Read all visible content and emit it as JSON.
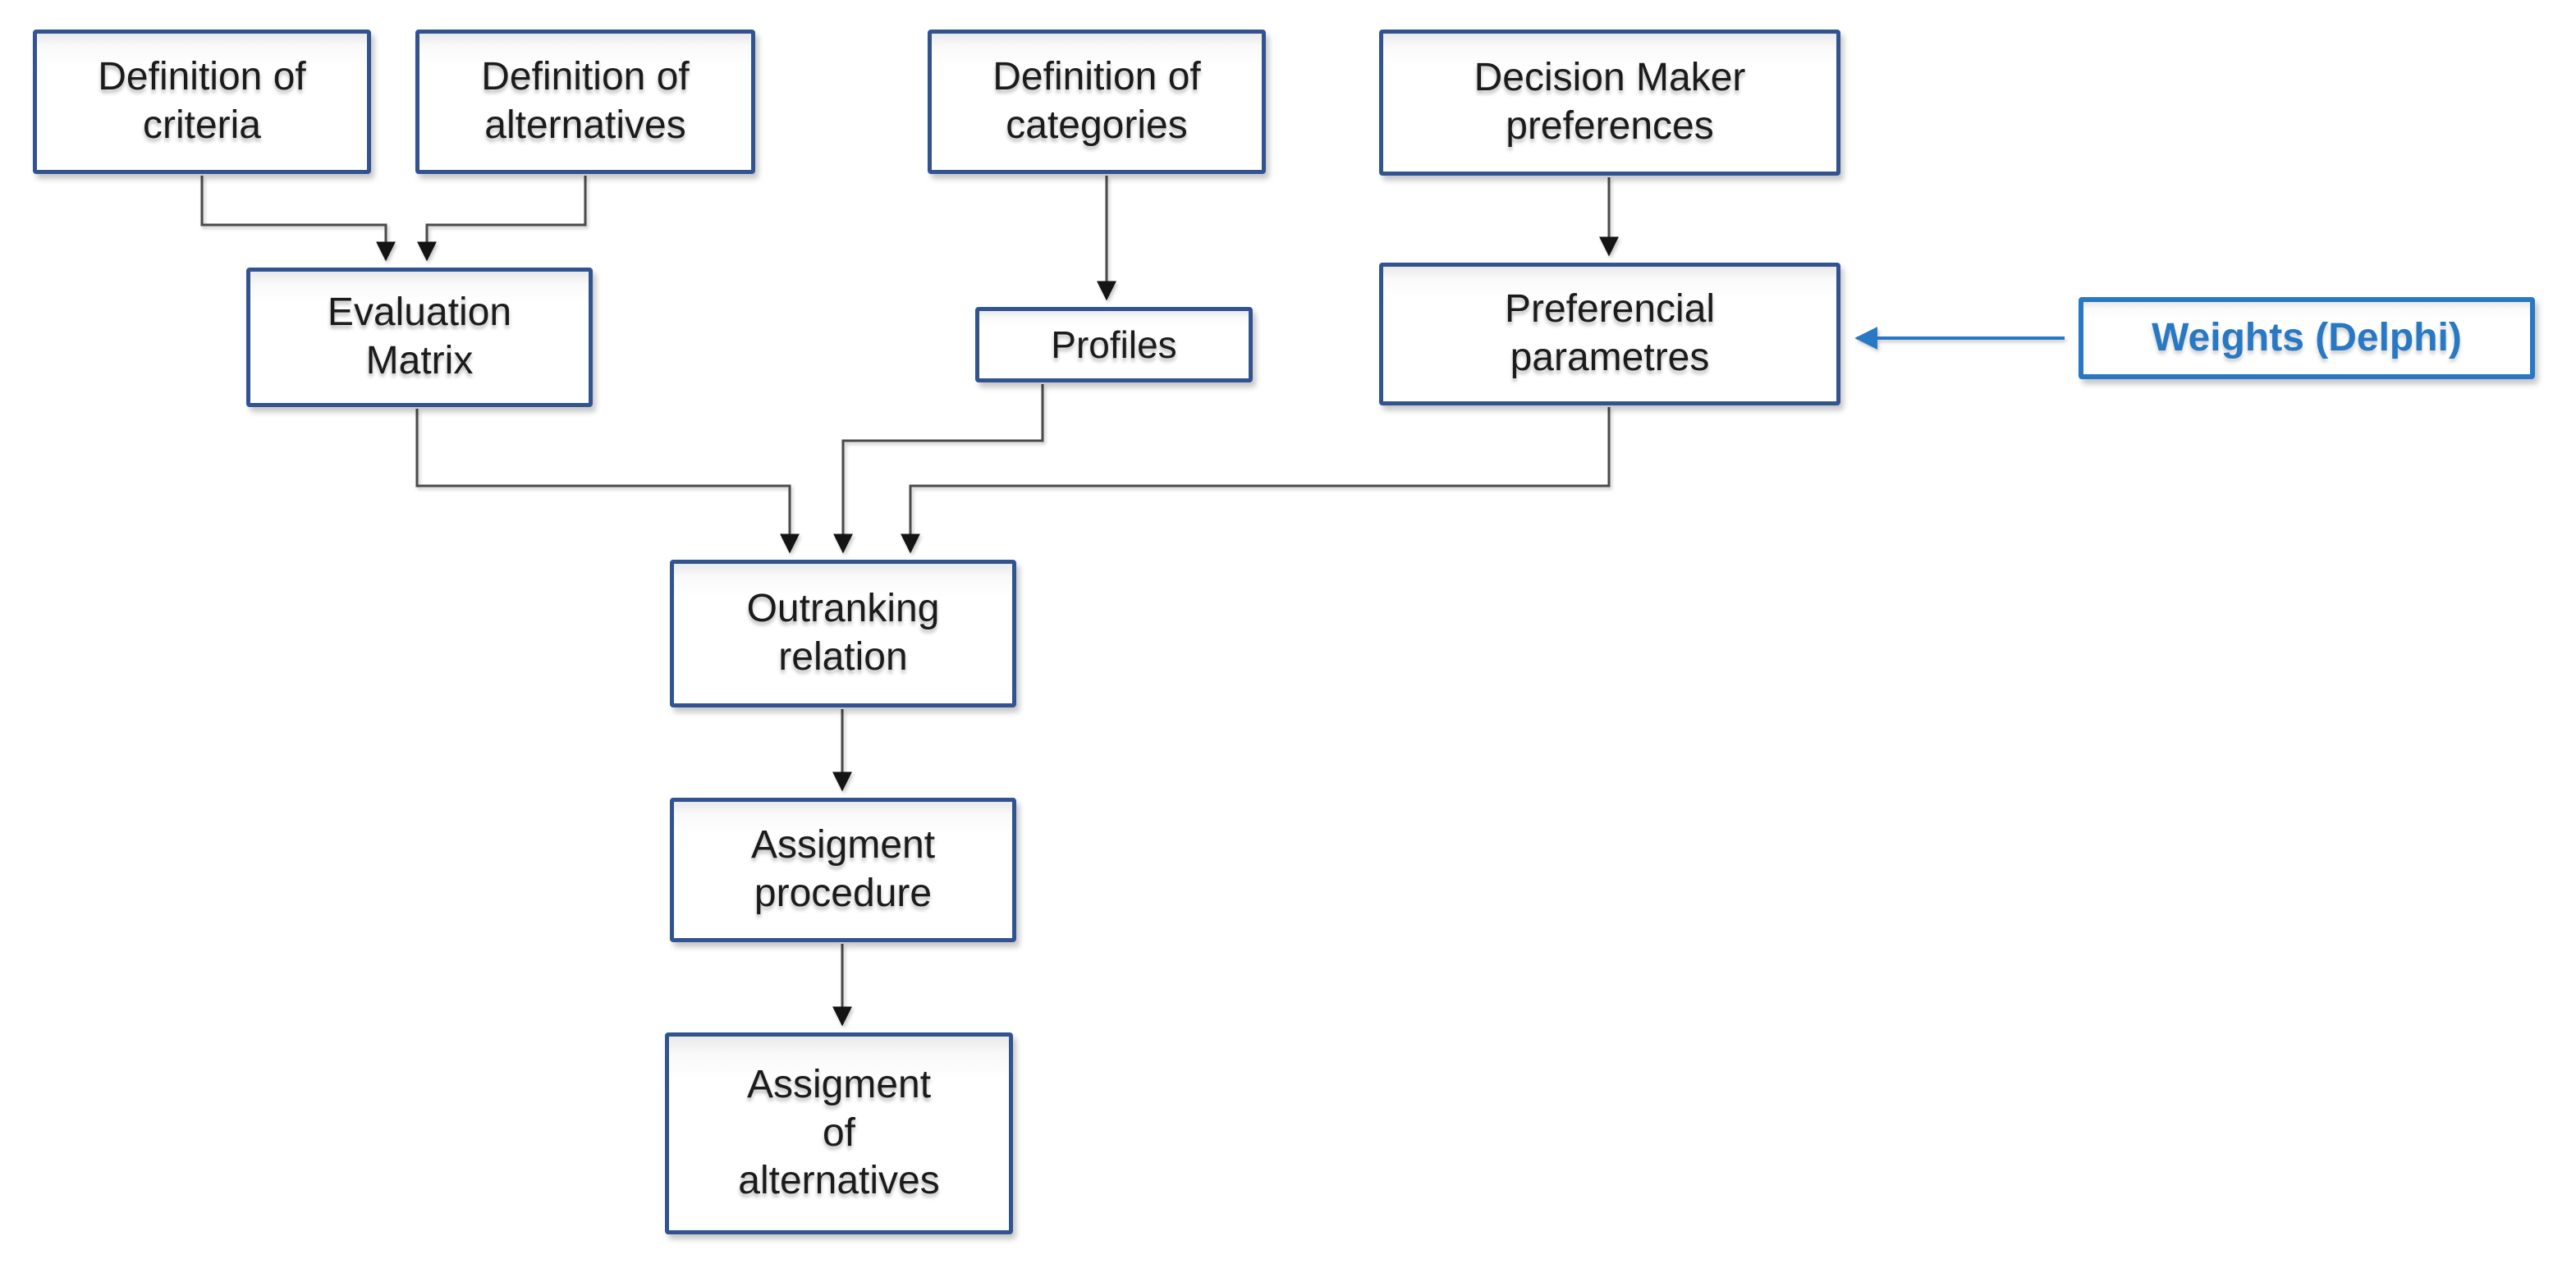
{
  "diagram_title": "",
  "colors": {
    "navy": "#31538F",
    "accent_blue": "#2878C4",
    "connector": "#4a4a4a",
    "arrowhead": "#141414",
    "box_text": "#1b1b1b",
    "canvas_bg": "#ffffff"
  },
  "boxes": [
    {
      "id": "definition-of-criteria",
      "label": "Definition of\ncriteria"
    },
    {
      "id": "definition-of-alternatives",
      "label": "Definition of\nalternatives"
    },
    {
      "id": "definition-of-categories",
      "label": "Definition of\ncategories"
    },
    {
      "id": "decision-maker-preferences",
      "label": "Decision Maker\npreferences"
    },
    {
      "id": "evaluation-matrix",
      "label": "Evaluation\nMatrix"
    },
    {
      "id": "profiles",
      "label": "Profiles"
    },
    {
      "id": "preferencial-parametres",
      "label": "Preferencial\nparametres"
    },
    {
      "id": "weights-delphi",
      "label": "Weights (Delphi)"
    },
    {
      "id": "outranking-relation",
      "label": "Outranking\nrelation"
    },
    {
      "id": "assigment-procedure",
      "label": "Assigment\nprocedure"
    },
    {
      "id": "assigment-of-alternatives",
      "label": "Assigment\nof\nalternatives"
    }
  ],
  "connectors": [
    {
      "from": "definition-of-criteria",
      "to": "evaluation-matrix",
      "style": "elbow",
      "color": "connector"
    },
    {
      "from": "definition-of-alternatives",
      "to": "evaluation-matrix",
      "style": "elbow",
      "color": "connector"
    },
    {
      "from": "definition-of-categories",
      "to": "profiles",
      "style": "straight",
      "color": "connector"
    },
    {
      "from": "decision-maker-preferences",
      "to": "preferencial-parametres",
      "style": "straight",
      "color": "connector"
    },
    {
      "from": "evaluation-matrix",
      "to": "outranking-relation",
      "style": "elbow",
      "color": "connector"
    },
    {
      "from": "profiles",
      "to": "outranking-relation",
      "style": "elbow",
      "color": "connector"
    },
    {
      "from": "preferencial-parametres",
      "to": "outranking-relation",
      "style": "elbow",
      "color": "connector"
    },
    {
      "from": "outranking-relation",
      "to": "assigment-procedure",
      "style": "straight",
      "color": "connector"
    },
    {
      "from": "assigment-procedure",
      "to": "assigment-of-alternatives",
      "style": "straight",
      "color": "connector"
    },
    {
      "from": "weights-delphi",
      "to": "preferencial-parametres",
      "style": "straight",
      "color": "accent_blue"
    }
  ]
}
